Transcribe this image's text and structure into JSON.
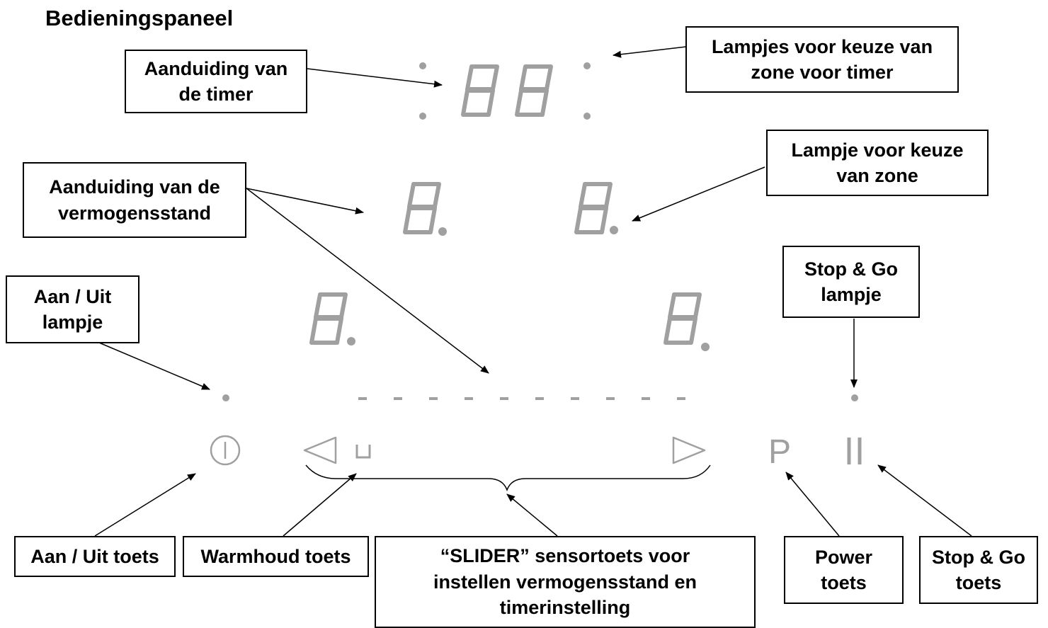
{
  "title": "Bedieningspaneel",
  "colors": {
    "display": "#a0a0a0",
    "line": "#000000",
    "label_border": "#000000"
  },
  "labels": {
    "timer_display": "Aanduiding van\nde timer",
    "zone_leds_timer": "Lampjes voor keuze van\nzone voor timer",
    "power_level_display": "Aanduiding van de\nvermogensstand",
    "zone_select_led": "Lampje voor keuze\nvan zone",
    "stop_go_led": "Stop & Go\nlampje",
    "on_off_led": "Aan / Uit\nlampje",
    "on_off_key": "Aan / Uit toets",
    "keep_warm_key": "Warmhoud toets",
    "slider_key": "“SLIDER” sensortoets voor\ninstellen vermogensstand en\ntimerinstelling",
    "power_key": "Power\ntoets",
    "stop_go_key": "Stop & Go\ntoets"
  },
  "panel": {
    "timer_digits": "88",
    "power_key_glyph": "P",
    "pause_key_glyph": "II",
    "icons": [
      "power-icon",
      "slider-left-arrow-icon",
      "keep-warm-icon",
      "slider-right-arrow-icon"
    ]
  }
}
